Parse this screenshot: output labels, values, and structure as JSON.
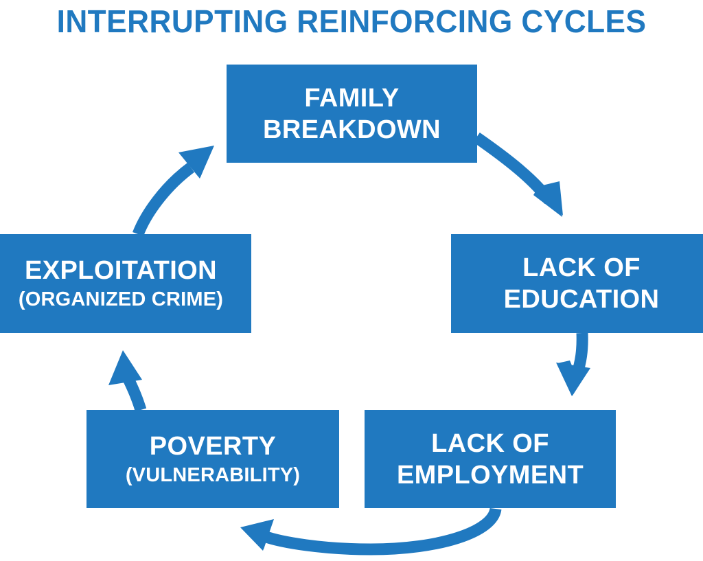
{
  "diagram": {
    "title": "INTERRUPTING REINFORCING CYCLES",
    "type": "cycle-diagram",
    "accent_color": "#2079c0",
    "text_color": "#ffffff",
    "background_color": "#ffffff",
    "nodes": [
      {
        "id": "family-breakdown",
        "line1": "FAMILY",
        "line2": "BREAKDOWN",
        "line2_small": false,
        "position": "top"
      },
      {
        "id": "lack-education",
        "line1": "LACK OF",
        "line2": "EDUCATION",
        "line2_small": false,
        "position": "right"
      },
      {
        "id": "lack-employment",
        "line1": "LACK OF",
        "line2": "EMPLOYMENT",
        "line2_small": false,
        "position": "bottom-right"
      },
      {
        "id": "poverty",
        "line1": "POVERTY",
        "line2": "(VULNERABILITY)",
        "line2_small": true,
        "position": "bottom-left"
      },
      {
        "id": "exploitation",
        "line1": "EXPLOITATION",
        "line2": "(ORGANIZED CRIME)",
        "line2_small": true,
        "position": "left"
      }
    ],
    "arrows": [
      {
        "id": "arrow-family-to-education",
        "from": "family-breakdown",
        "to": "lack-education",
        "direction": "down-right"
      },
      {
        "id": "arrow-education-to-employment",
        "from": "lack-education",
        "to": "lack-employment",
        "direction": "down"
      },
      {
        "id": "arrow-employment-to-poverty",
        "from": "lack-employment",
        "to": "poverty",
        "direction": "left"
      },
      {
        "id": "arrow-poverty-to-exploitation",
        "from": "poverty",
        "to": "exploitation",
        "direction": "up"
      },
      {
        "id": "arrow-exploitation-to-family",
        "from": "exploitation",
        "to": "family-breakdown",
        "direction": "up-right"
      }
    ]
  }
}
